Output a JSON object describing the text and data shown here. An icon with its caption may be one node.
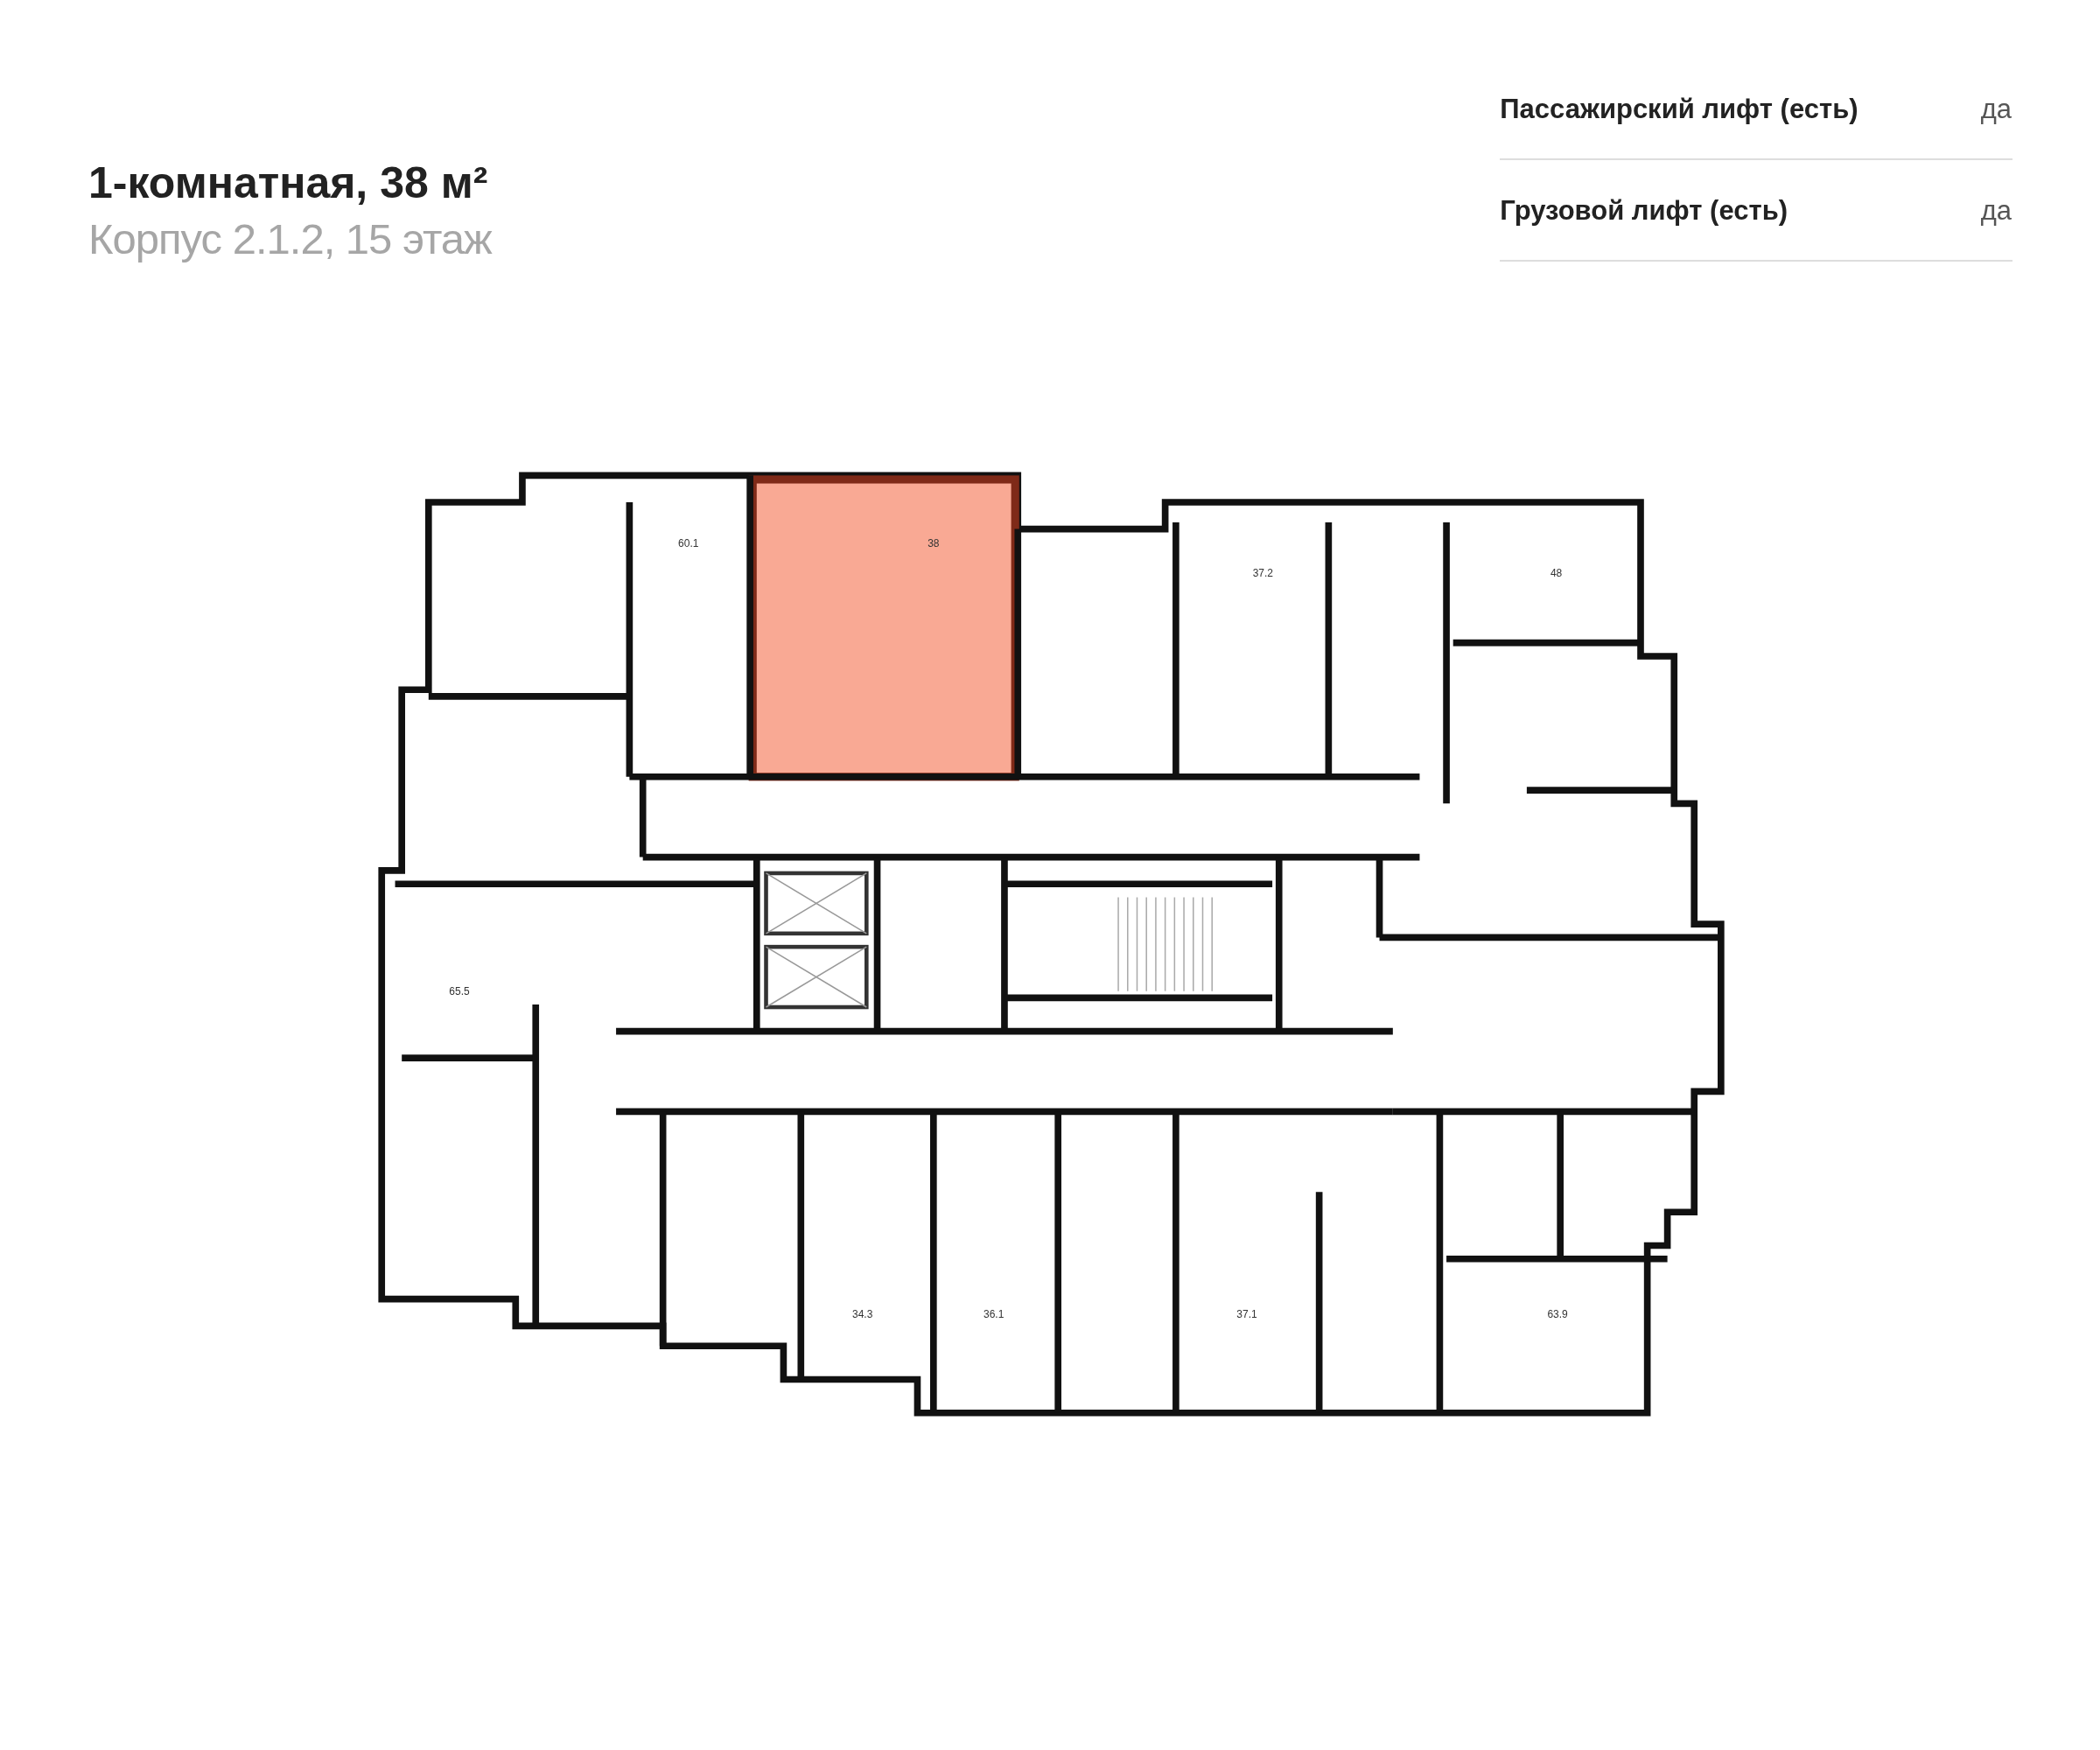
{
  "diagram": {
    "title": "1-комнатная, 38 м²",
    "labels": [
      "Корпус 2.1.2, 15 этаж",
      "Пассажирский лифт (есть)",
      "да",
      "Грузовой лифт (есть)",
      "да",
      "60.1",
      "38",
      "37.2",
      "48",
      "65.5",
      "34.3",
      "36.1",
      "37.1",
      "63.9"
    ]
  }
}
